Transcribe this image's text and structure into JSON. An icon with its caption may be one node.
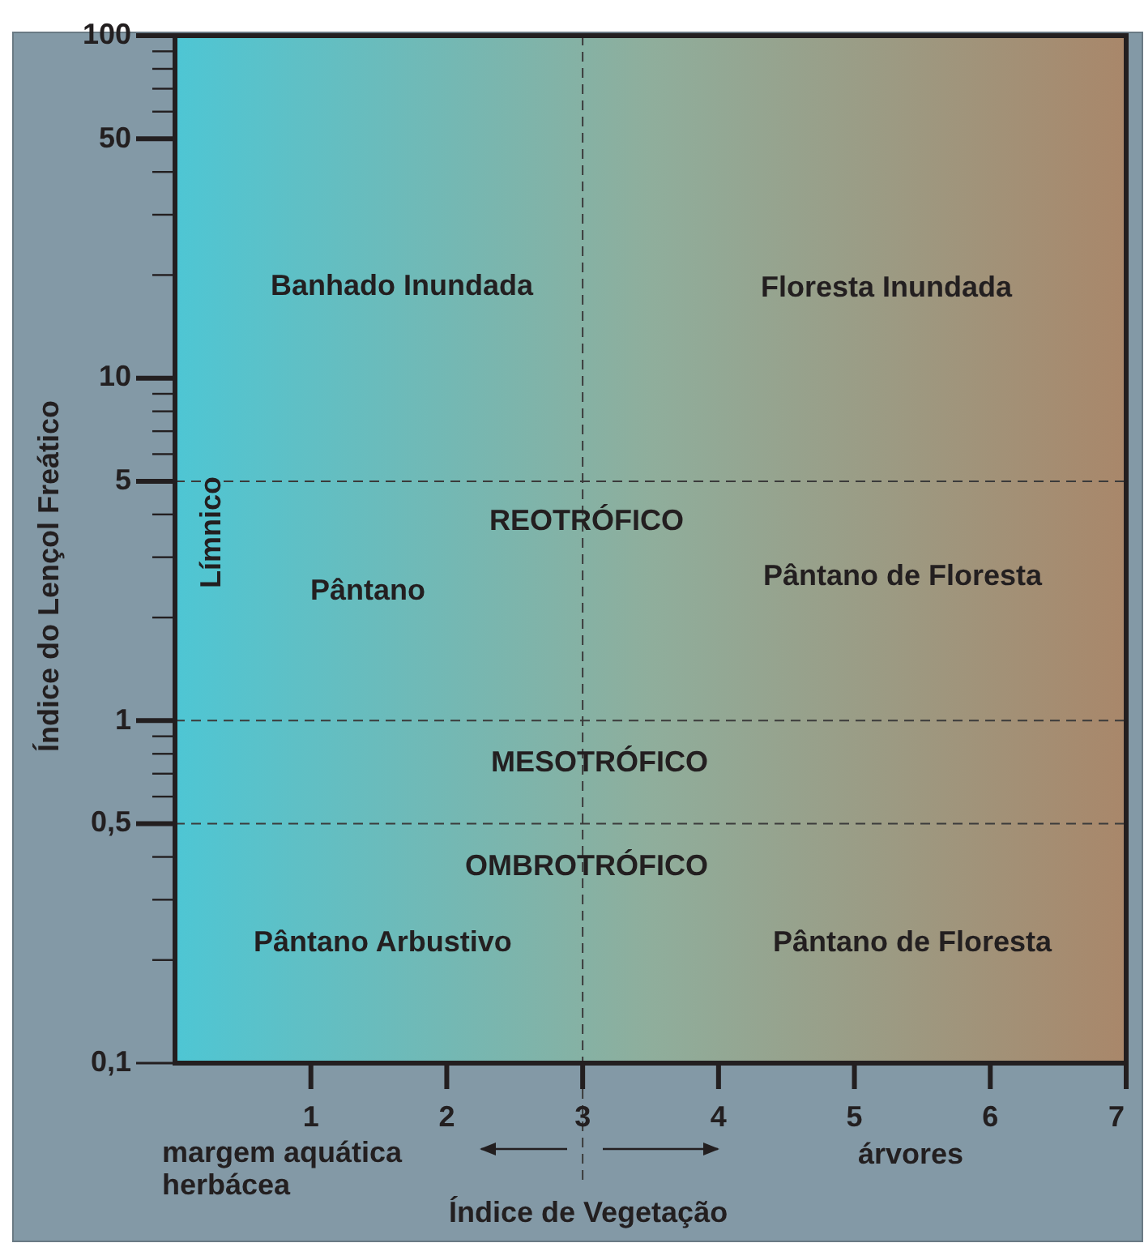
{
  "diagram": {
    "labels": [
      "100",
      "50",
      "Banhado Inundada",
      "Floresta Inundada",
      "10",
      "5",
      "Límnico",
      "REOTRÓFICO",
      "Pântano de Floresta",
      "Pântano",
      "1",
      "MESOTRÓFICO",
      "0,5",
      "OMBROTRÓFICO",
      "Pântano Arbustivo",
      "Pântano de Floresta",
      "0,1",
      "1",
      "2",
      "3",
      "4",
      "5",
      "6",
      "7",
      "margem aquática herbácea",
      "árvores",
      "Índice do Lençol Freático",
      "Índice de Vegetação"
    ]
  }
}
